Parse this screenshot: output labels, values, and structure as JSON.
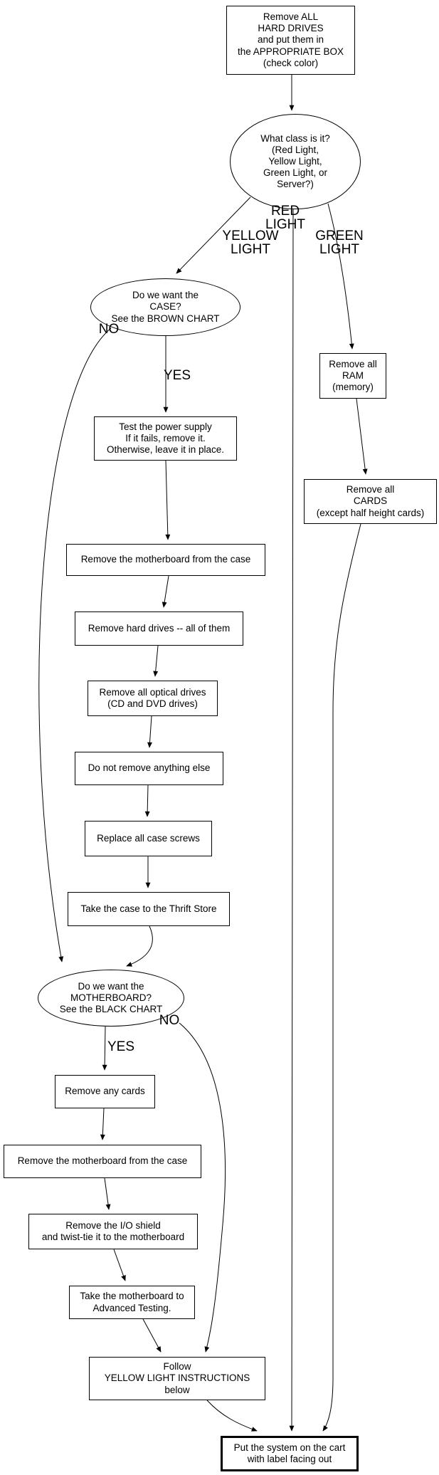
{
  "diagram": {
    "title": "Hard drive / system disassembly flowchart",
    "colors": {
      "background": "#ffffff",
      "node_border": "#000000",
      "text": "#000000"
    },
    "nodes": {
      "hard_drives": {
        "label": "Remove ALL\nHARD DRIVES\nand put them in\nthe APPROPRIATE BOX\n(check color)"
      },
      "what_class": {
        "label": "What class is it?\n(Red Light,\nYellow Light,\nGreen Light, or\nServer?)"
      },
      "want_case": {
        "label": "Do we want the\nCASE?\nSee the BROWN CHART"
      },
      "test_psu": {
        "label": "Test the power supply\nIf it fails, remove it.\nOtherwise, leave it in place."
      },
      "remove_mobo_case": {
        "label": "Remove the motherboard from the case"
      },
      "remove_hdd": {
        "label": "Remove hard drives -- all of them"
      },
      "remove_optical": {
        "label": "Remove all optical drives\n(CD and DVD drives)"
      },
      "do_not_remove": {
        "label": "Do not remove anything else"
      },
      "replace_screws": {
        "label": "Replace all case screws"
      },
      "thrift_store": {
        "label": "Take the case to the Thrift Store"
      },
      "want_mobo": {
        "label": "Do we want the\nMOTHERBOARD?\nSee the BLACK CHART"
      },
      "remove_cards": {
        "label": "Remove any cards"
      },
      "remove_mobo_case2": {
        "label": "Remove the motherboard from the case"
      },
      "io_shield": {
        "label": "Remove the I/O shield\nand twist-tie it to the motherboard"
      },
      "advanced_testing": {
        "label": "Take the motherboard to\nAdvanced Testing."
      },
      "follow_yellow": {
        "label": "Follow\nYELLOW LIGHT INSTRUCTIONS\nbelow"
      },
      "remove_ram": {
        "label": "Remove all\nRAM\n(memory)"
      },
      "remove_cards_right": {
        "label": "Remove all\nCARDS\n(except half height cards)"
      },
      "put_on_cart": {
        "label": "Put the system on the cart\nwith label facing out"
      }
    },
    "edge_labels": {
      "red": "RED\nLIGHT",
      "yellow": "YELLOW\nLIGHT",
      "green": "GREEN\nLIGHT",
      "case_no": "NO",
      "case_yes": "YES",
      "mobo_no": "NO",
      "mobo_yes": "YES"
    }
  }
}
